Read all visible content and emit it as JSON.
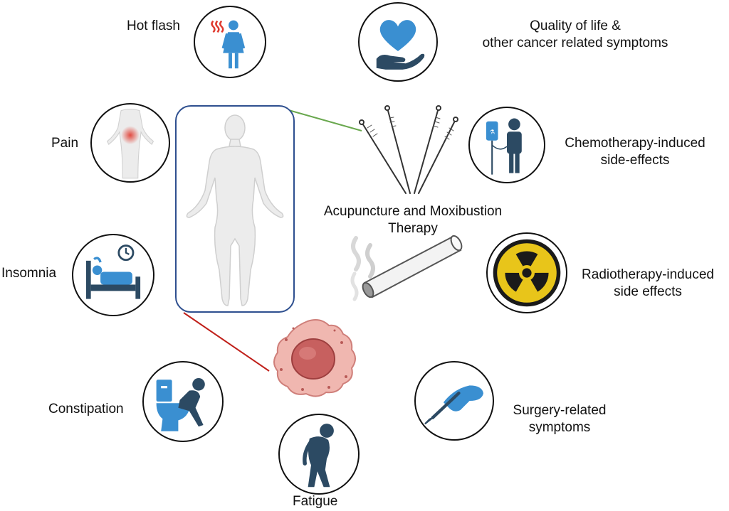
{
  "labels": {
    "hot_flash": "Hot flash",
    "quality_of_life": [
      "Quality of life &",
      "other cancer related symptoms"
    ],
    "pain": "Pain",
    "chemotherapy": [
      "Chemotherapy-induced",
      "side-effects"
    ],
    "therapy": [
      "Acupuncture and Moxibustion",
      "Therapy"
    ],
    "insomnia": "Insomnia",
    "radiotherapy": [
      "Radiotherapy-induced",
      "side effects"
    ],
    "constipation": "Constipation",
    "surgery": [
      "Surgery-related",
      "symptoms"
    ],
    "fatigue": "Fatigue"
  },
  "colors": {
    "icon_blue": "#3a8fd1",
    "icon_dark": "#2c4a63",
    "radiation_yellow": "#e8c51a",
    "heat_red": "#e03a2f",
    "tumor_pink": "#e59a9a",
    "connector_green": "#6aa84f",
    "connector_red": "#c0201a",
    "frame_blue": "#2e4f8f"
  },
  "icons": [
    "woman-hot-flash-icon",
    "heart-in-hand-icon",
    "abdominal-pain-icon",
    "iv-drip-patient-icon",
    "bed-clock-icon",
    "radiation-symbol-icon",
    "toilet-person-icon",
    "scalpel-hand-icon",
    "tired-person-icon",
    "acupuncture-needles-icon",
    "moxa-stick-icon",
    "tumor-cell-icon",
    "female-body-icon"
  ]
}
